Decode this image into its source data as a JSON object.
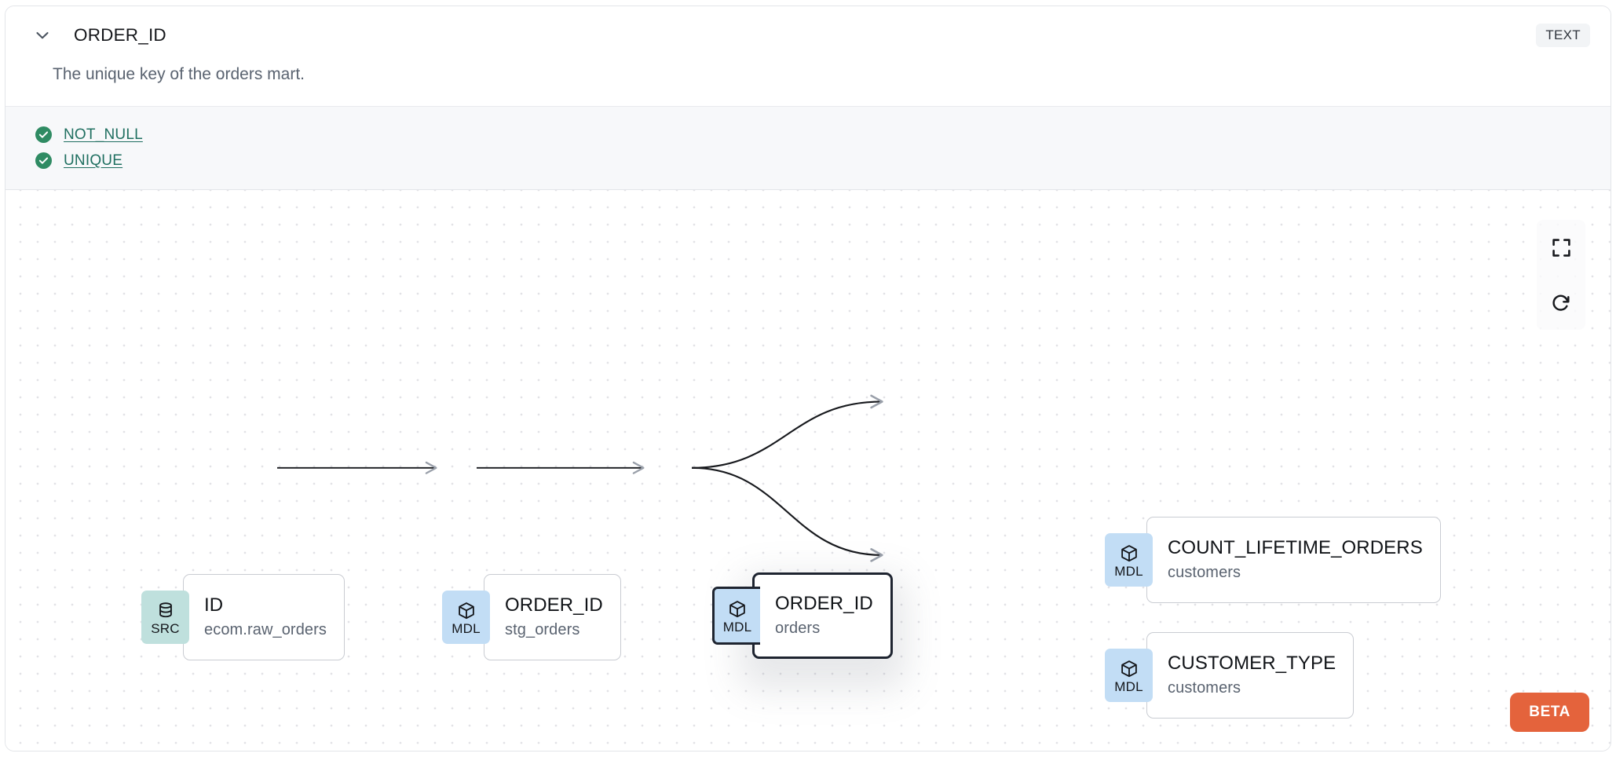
{
  "header": {
    "chevron_icon": "chevron-down-icon",
    "title": "ORDER_ID",
    "type_badge": "TEXT",
    "description": "The unique key of the orders mart."
  },
  "tests": [
    {
      "icon": "check-circle-icon",
      "label": "NOT_NULL",
      "status": "passed"
    },
    {
      "icon": "check-circle-icon",
      "label": "UNIQUE",
      "status": "passed"
    }
  ],
  "lineage": {
    "nodes": [
      {
        "id": "src-id",
        "badge": "SRC",
        "badge_icon": "database-icon",
        "name": "ID",
        "subtitle": "ecom.raw_orders",
        "selected": false
      },
      {
        "id": "mdl-stg-orders",
        "badge": "MDL",
        "badge_icon": "cube-icon",
        "name": "ORDER_ID",
        "subtitle": "stg_orders",
        "selected": false
      },
      {
        "id": "mdl-orders",
        "badge": "MDL",
        "badge_icon": "cube-icon",
        "name": "ORDER_ID",
        "subtitle": "orders",
        "selected": true
      },
      {
        "id": "mdl-count-lifetime-orders",
        "badge": "MDL",
        "badge_icon": "cube-icon",
        "name": "COUNT_LIFETIME_ORDERS",
        "subtitle": "customers",
        "selected": false
      },
      {
        "id": "mdl-customer-type",
        "badge": "MDL",
        "badge_icon": "cube-icon",
        "name": "CUSTOMER_TYPE",
        "subtitle": "customers",
        "selected": false
      }
    ],
    "edges": [
      {
        "from": "src-id",
        "to": "mdl-stg-orders"
      },
      {
        "from": "mdl-stg-orders",
        "to": "mdl-orders"
      },
      {
        "from": "mdl-orders",
        "to": "mdl-count-lifetime-orders"
      },
      {
        "from": "mdl-orders",
        "to": "mdl-customer-type"
      }
    ],
    "controls": [
      {
        "name": "fit-view-button",
        "icon": "fullscreen-icon"
      },
      {
        "name": "reset-button",
        "icon": "refresh-icon"
      }
    ],
    "beta_badge": "BETA"
  },
  "colors": {
    "src_badge_bg": "#bfe0dd",
    "mdl_badge_bg": "#c2ddf5",
    "test_pass": "#2f8b63",
    "test_link": "#1f6f60",
    "beta_bg": "#e4633c",
    "selected_border": "#1e2430"
  }
}
